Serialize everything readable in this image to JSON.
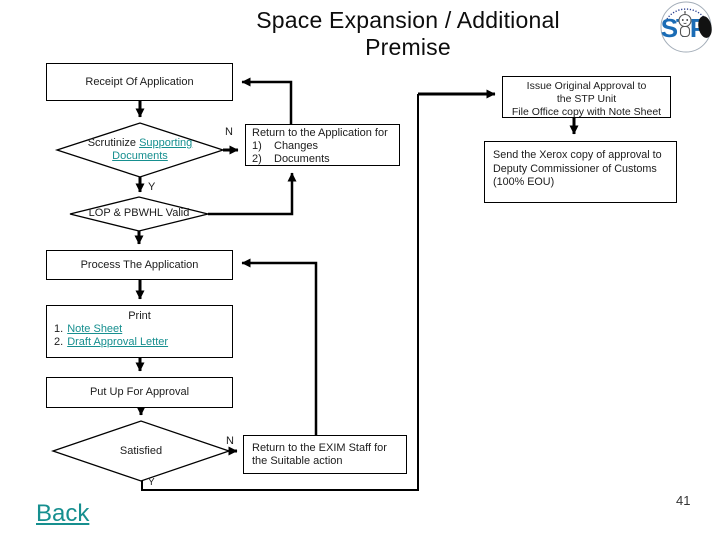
{
  "colors": {
    "link_teal": "#168f8f",
    "logo_blue": "#1b6cb5",
    "line_black": "#000000"
  },
  "header": {
    "title_line1": "Space Expansion / Additional",
    "title_line2": "Premise"
  },
  "logo": {
    "text": "STP"
  },
  "footer": {
    "back": "Back",
    "page_number": "41"
  },
  "flowchart": {
    "decision_labels": {
      "yes": "Y",
      "no": "N"
    },
    "receipt": "Receipt Of Application",
    "scrutinize": {
      "text": "Scrutinize ",
      "link": "Supporting Documents"
    },
    "lop": "LOP & PBWHL Valid",
    "process": "Process The Application",
    "print": {
      "title": "Print",
      "items": [
        {
          "num": "1.",
          "link": "Note Sheet"
        },
        {
          "num": "2.",
          "link": "Draft Approval Letter"
        }
      ]
    },
    "putup": "Put Up For Approval",
    "satisfied": "Satisfied",
    "return_app": {
      "line1": "Return to the Application for",
      "items": [
        {
          "num": "1)",
          "text": "Changes"
        },
        {
          "num": "2)",
          "text": "Documents"
        }
      ]
    },
    "return_exim": {
      "line1": "Return to the EXIM Staff for",
      "line2": "the Suitable action"
    },
    "issue": {
      "line1": "Issue Original Approval to",
      "line2": "the STP Unit",
      "line3": "File Office copy with Note Sheet"
    },
    "send": {
      "line1": "Send the Xerox copy of approval to",
      "line2": "Deputy Commissioner of Customs",
      "line3": "(100% EOU)"
    }
  }
}
